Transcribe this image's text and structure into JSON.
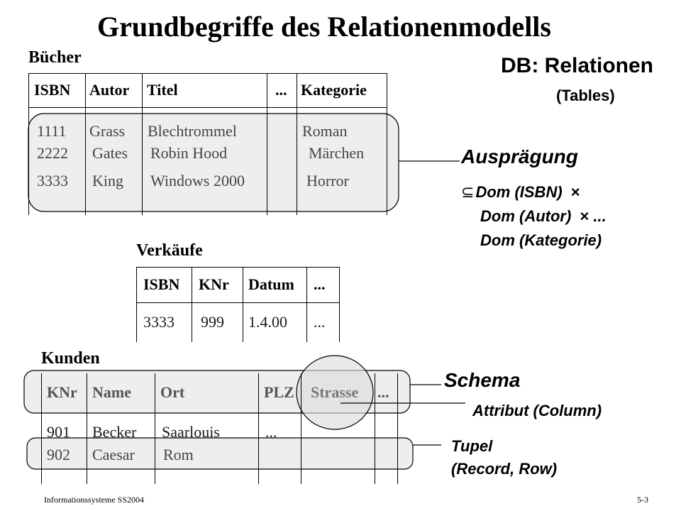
{
  "title": "Grundbegriffe des Relationenmodells",
  "db_label": "DB: Relationen",
  "db_sub": "(Tables)",
  "buecher": {
    "name": "Bücher",
    "headers": [
      "ISBN",
      "Autor",
      "Titel",
      "...",
      "Kategorie"
    ],
    "rows": [
      [
        "1111",
        "Grass",
        "Blechtrommel",
        "Roman"
      ],
      [
        "2222",
        "Gates",
        "Robin Hood",
        "Märchen"
      ],
      [
        "3333",
        "King",
        "Windows 2000",
        "Horror"
      ]
    ]
  },
  "auspraegung": {
    "label": "Ausprägung",
    "line1": "Dom (ISBN)",
    "line2": "Dom (Autor)",
    "line2_tail": "...",
    "line3": "Dom (Kategorie)",
    "subset": "⊆",
    "times": "×"
  },
  "verkaeufe": {
    "name": "Verkäufe",
    "headers": [
      "ISBN",
      "KNr",
      "Datum",
      "..."
    ],
    "row": [
      "3333",
      "999",
      "1.4.00",
      "..."
    ]
  },
  "kunden": {
    "name": "Kunden",
    "headers": [
      "KNr",
      "Name",
      "Ort",
      "PLZ",
      "Strasse",
      "..."
    ],
    "rows": [
      [
        "901",
        "Becker",
        "Saarlouis",
        "..."
      ],
      [
        "902",
        "Caesar",
        "Rom"
      ]
    ]
  },
  "schema_label": "Schema",
  "attribut_label": "Attribut (Column)",
  "tupel_label": "Tupel",
  "tupel_sub": "(Record, Row)",
  "footer": {
    "left": "Informationssysteme SS2004",
    "right": "5-3"
  },
  "colors": {
    "overlay_fill": "#eeeeee",
    "line": "#000000"
  }
}
